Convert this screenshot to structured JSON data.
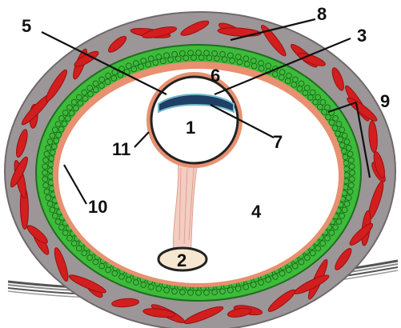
{
  "colors": {
    "outer_wall": "#9c9698",
    "outer_wall_dark": "#6e6a6c",
    "vessel_red": "#d21e1e",
    "vessel_dark": "#9a0f0f",
    "green_layer": "#3dbb3a",
    "green_cell_edge": "#1f6e1f",
    "inner_rim": "#e89070",
    "cavity": "#ffffff",
    "dark_band": "#1f3f66",
    "dark_band_edge": "#75b9cc",
    "uterine_wall": "#545454",
    "stalk": "#f3cdc2"
  },
  "labels": {
    "l1": "1",
    "l2": "2",
    "l3": "3",
    "l4": "4",
    "l5": "5",
    "l6": "6",
    "l7": "7",
    "l8": "8",
    "l9": "9",
    "l10": "10",
    "l11": "11"
  }
}
